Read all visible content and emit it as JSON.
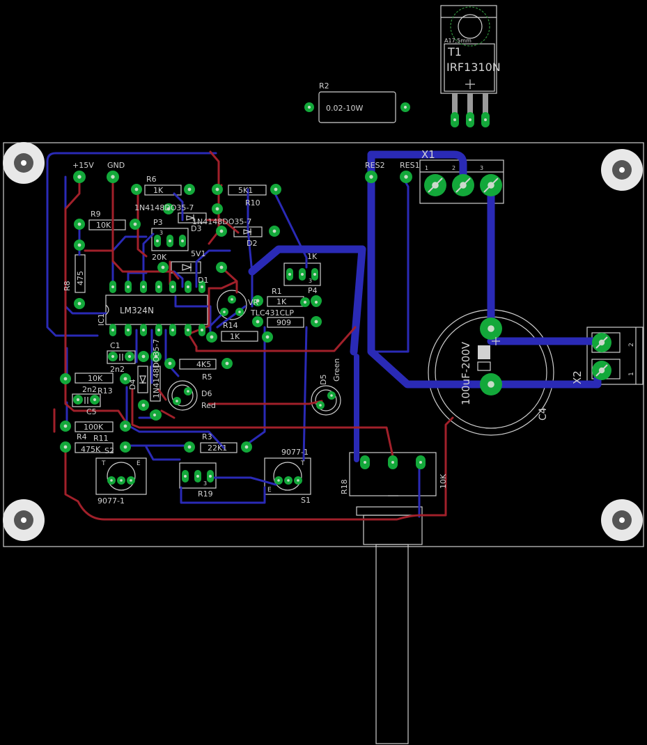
{
  "colors": {
    "background": "#000000",
    "outline": "#cfcfcf",
    "top_trace": "#a1202a",
    "bottom_trace": "#2a2ab6",
    "pad": "#13a83a",
    "pad_hole": "#c8dcc8",
    "mount_hole": "#e6e6e6"
  },
  "labels": {
    "t1_dim": "A17,5mm",
    "t1_name": "T1",
    "t1_value": "IRF1310N",
    "r2_name": "R2",
    "r2_value": "0.02-10W",
    "x1": "X1",
    "x1_pin1": "1",
    "x1_pin2": "2",
    "x1_pin3": "3",
    "res2": "RES2",
    "res1": "RES1",
    "plus15v": "+15V",
    "gnd": "GND",
    "r6": "R6",
    "r6_val": "1K",
    "r10_val": "5K1",
    "r10": "R10",
    "d3_pkg": "1N4148DO35-7",
    "d3": "D3",
    "d2_pkg": "1N4148DO35-7",
    "d2": "D2",
    "r9": "R9",
    "r9_val": "10K",
    "p3": "P3",
    "p3_val": "20K",
    "p3_pin": "3",
    "d1_val": "5V1",
    "d1": "D1",
    "p4_val": "1K",
    "p4": "P4",
    "p4_pin": "3",
    "r8": "R8",
    "r8_val": "475",
    "ic1": "IC1",
    "ic1_val": "LM324N",
    "vr": "VR",
    "tlc": "TLC431CLP",
    "r1": "R1",
    "r1_val": "1K",
    "r13_val": "909",
    "r14": "R14",
    "r14_val": "1K",
    "c1": "C1",
    "c1_val": "2n2",
    "d4_pkg": "1N4148DO35-7",
    "d4": "D4",
    "r5_val": "4K5",
    "r5": "R5",
    "d5": "D5",
    "d5_val": "Green",
    "d6": "D6",
    "d6_val": "Red",
    "r12_val": "10K",
    "r12_sub": "2n2",
    "r13": "R13",
    "c5": "C5",
    "r11_val": "100K",
    "r4": "R4",
    "r11": "R11",
    "r4_val": "475K",
    "s2": "S2",
    "r3": "R3",
    "r3_val": "22K1",
    "s1_val": "9077-1",
    "s1": "S1",
    "s2_val": "9077-1",
    "r19": "R19",
    "r19_pin": "3",
    "r18": "R18",
    "r18_val": "10K",
    "c4_val": "100uF-200V",
    "c4": "C4",
    "x2": "X2",
    "x2_pin1": "1",
    "x2_pin2": "2",
    "s_t": "T",
    "s_e": "E"
  }
}
